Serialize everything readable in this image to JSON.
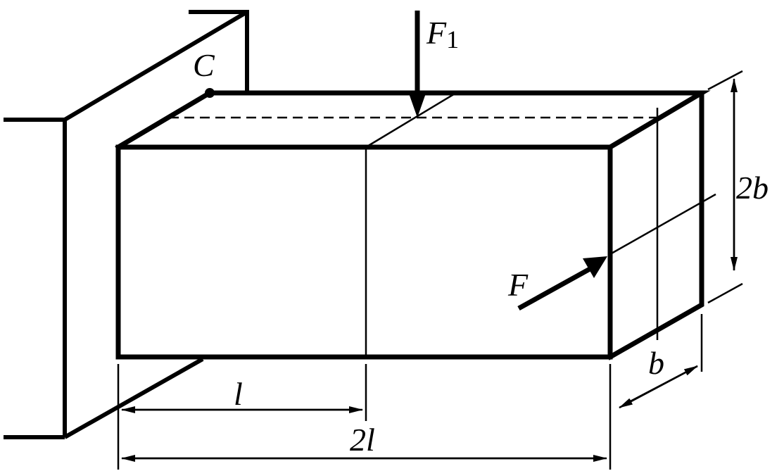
{
  "diagram": {
    "labels": {
      "point_c": "C",
      "force_f1_main": "F",
      "force_f1_sub": "1",
      "force_f": "F",
      "height": "2b",
      "depth": "b",
      "half_length": "l",
      "full_length": "2l"
    }
  }
}
